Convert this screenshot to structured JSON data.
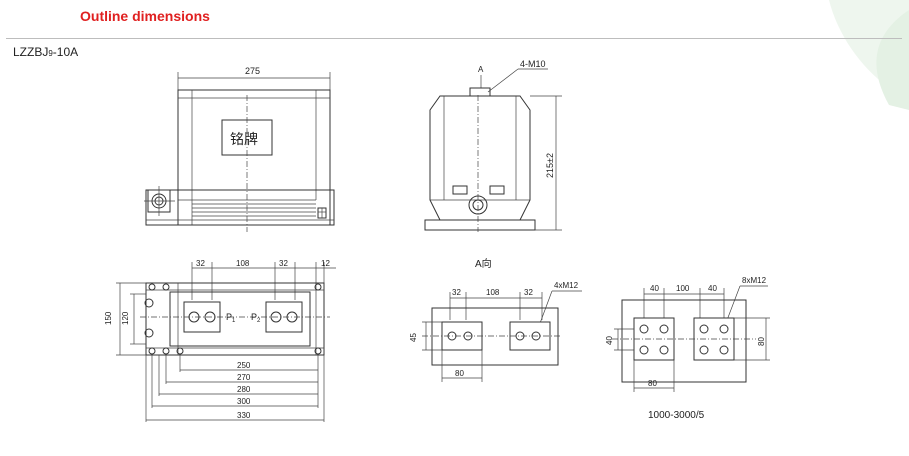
{
  "header": {
    "title": "Outline dimensions"
  },
  "model": {
    "prefix": "LZZBJ",
    "sub": "9",
    "suffix": "-10A"
  },
  "front_view": {
    "width_dim": "275",
    "nameplate": "铭牌"
  },
  "side_view": {
    "thread": "4-M10",
    "view_letter": "A",
    "height_dim": "215±2"
  },
  "plan_view": {
    "dim_top_left": "32",
    "dim_top_mid": "108",
    "dim_top_right": "32",
    "dim_top_edge": "12",
    "dim_left_outer": "150",
    "dim_left_inner": "120",
    "terminal_p1": "P",
    "terminal_p1_sub": "1",
    "terminal_p2": "P",
    "terminal_p2_sub": "2",
    "dims_bottom": [
      "250",
      "270",
      "280",
      "300",
      "330"
    ]
  },
  "view_a": {
    "label": "A向"
  },
  "terminal_small": {
    "dim_a": "32",
    "dim_b": "108",
    "dim_c": "32",
    "hole": "4xM12",
    "dim_height": "45",
    "dim_width": "80"
  },
  "terminal_large": {
    "dim_a": "40",
    "dim_b": "100",
    "dim_c": "40",
    "hole": "8xM12",
    "dim_height_inner": "40",
    "dim_height_outer": "80",
    "dim_width": "80",
    "ratio": "1000-3000/5"
  }
}
